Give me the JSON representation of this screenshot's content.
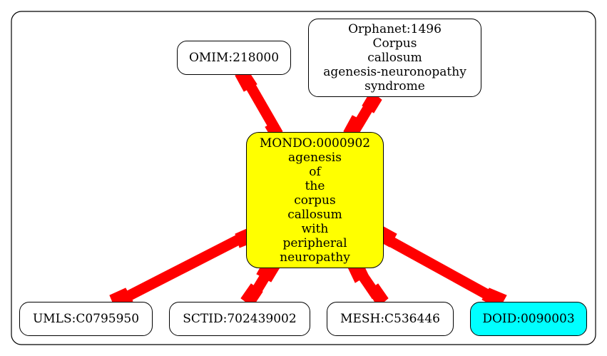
{
  "colors": {
    "edge": "#ff0000",
    "center_fill": "#ffff00",
    "doid_fill": "#00ffff",
    "default_fill": "#ffffff"
  },
  "nodes": {
    "omim": {
      "lines": [
        "OMIM:218000"
      ]
    },
    "orphanet": {
      "lines": [
        "Orphanet:1496",
        "Corpus",
        "callosum",
        "agenesis-neuronopathy",
        "syndrome"
      ]
    },
    "mondo": {
      "lines": [
        "MONDO:0000902",
        "agenesis",
        "of",
        "the",
        "corpus",
        "callosum",
        "with",
        "peripheral",
        "neuropathy"
      ]
    },
    "umls": {
      "lines": [
        "UMLS:C0795950"
      ]
    },
    "sctid": {
      "lines": [
        "SCTID:702439002"
      ]
    },
    "mesh": {
      "lines": [
        "MESH:C536446"
      ]
    },
    "doid": {
      "lines": [
        "DOID:0090003"
      ]
    }
  }
}
